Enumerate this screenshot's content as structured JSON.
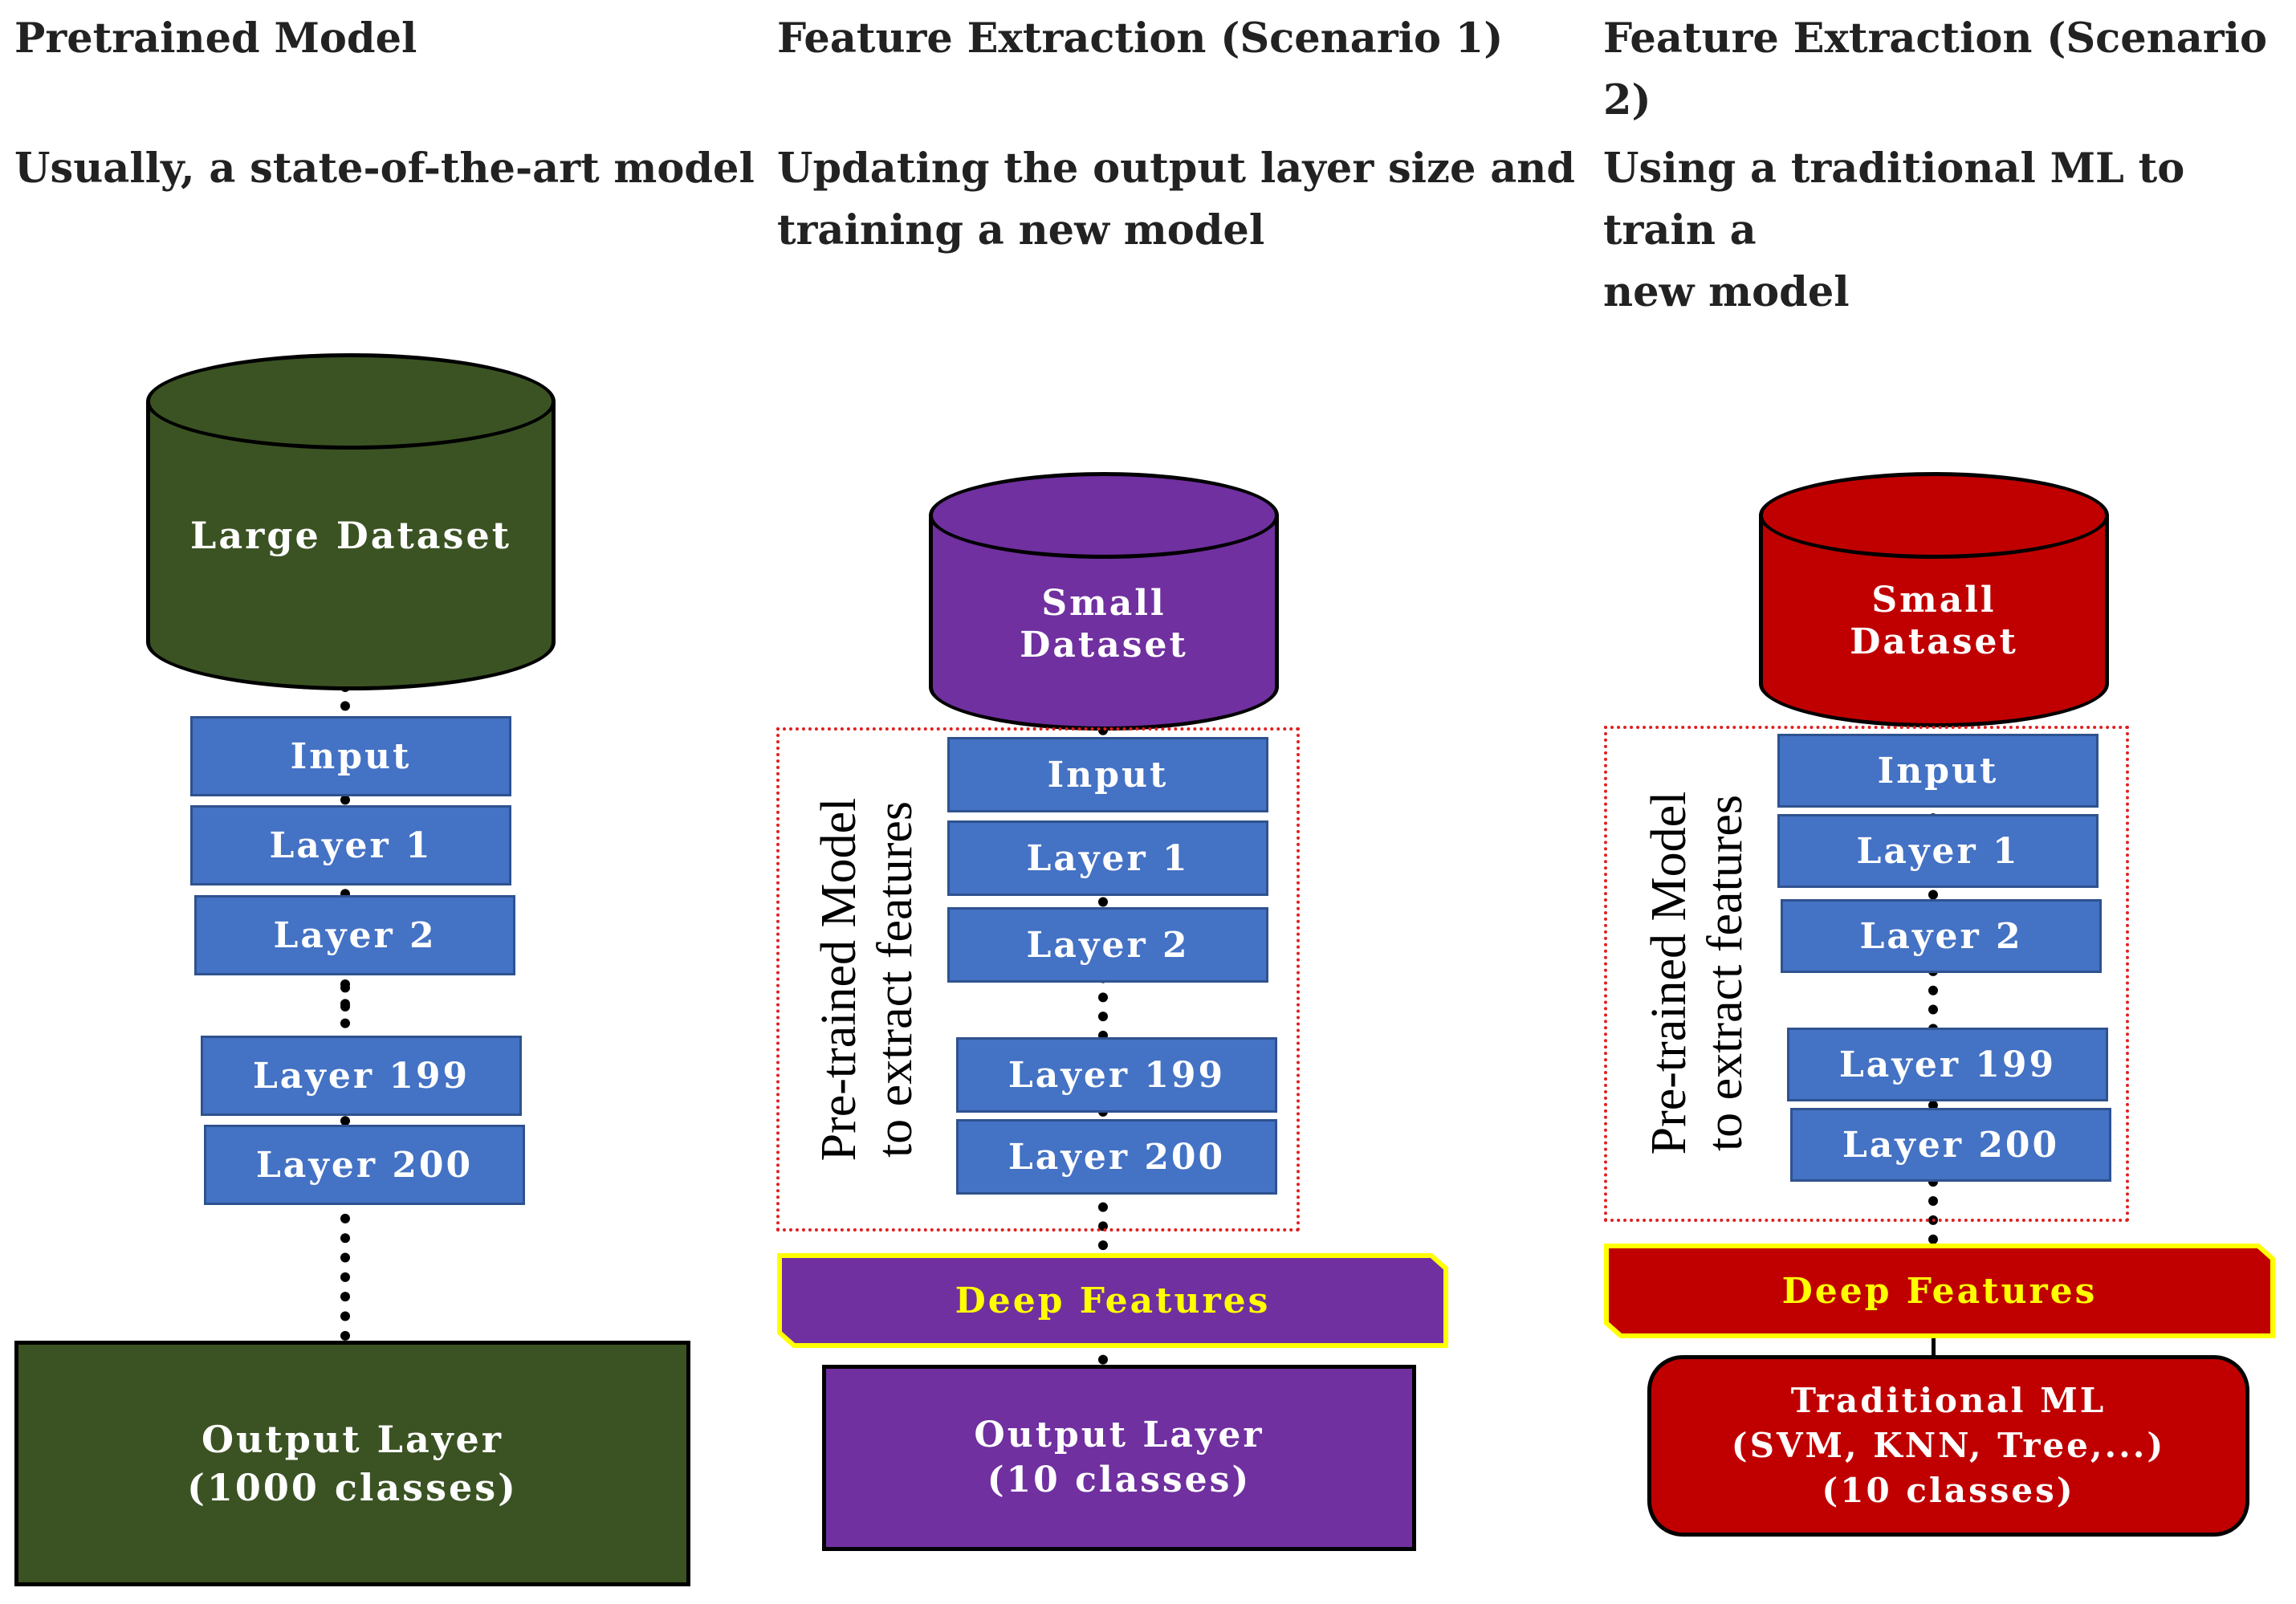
{
  "columns": [
    {
      "title": "Pretrained Model",
      "subtitle": "Usually, a state-of-the-art model",
      "dataset": "Large Dataset",
      "layers": [
        "Input",
        "Layer 1",
        "Layer 2",
        "Layer 199",
        "Layer 200"
      ],
      "output": "Output Layer\n(1000 classes)",
      "color": "#3b5323"
    },
    {
      "title": "Feature Extraction (Scenario 1)",
      "subtitle": "Updating the output layer size and\ntraining a new model",
      "dataset": "Small\nDataset",
      "layers": [
        "Input",
        "Layer 1",
        "Layer 2",
        "Layer 199",
        "Layer 200"
      ],
      "box_label": "Pre-trained Model\nto extract features",
      "features": "Deep Features",
      "output": "Output Layer\n(10 classes)",
      "color": "#7030a0"
    },
    {
      "title": "Feature Extraction (Scenario 2)",
      "subtitle": "Using a traditional ML to train a\nnew model",
      "dataset": "Small\nDataset",
      "layers": [
        "Input",
        "Layer 1",
        "Layer 2",
        "Layer 199",
        "Layer 200"
      ],
      "box_label": "Pre-trained Model\nto extract features",
      "features": "Deep Features",
      "output": "Traditional ML\n(SVM, KNN, Tree,...)\n(10 classes)",
      "color": "#c00000"
    }
  ],
  "colors": {
    "layer": "#4472c4",
    "features_text": "#ffff00",
    "frame": "#e02020"
  }
}
